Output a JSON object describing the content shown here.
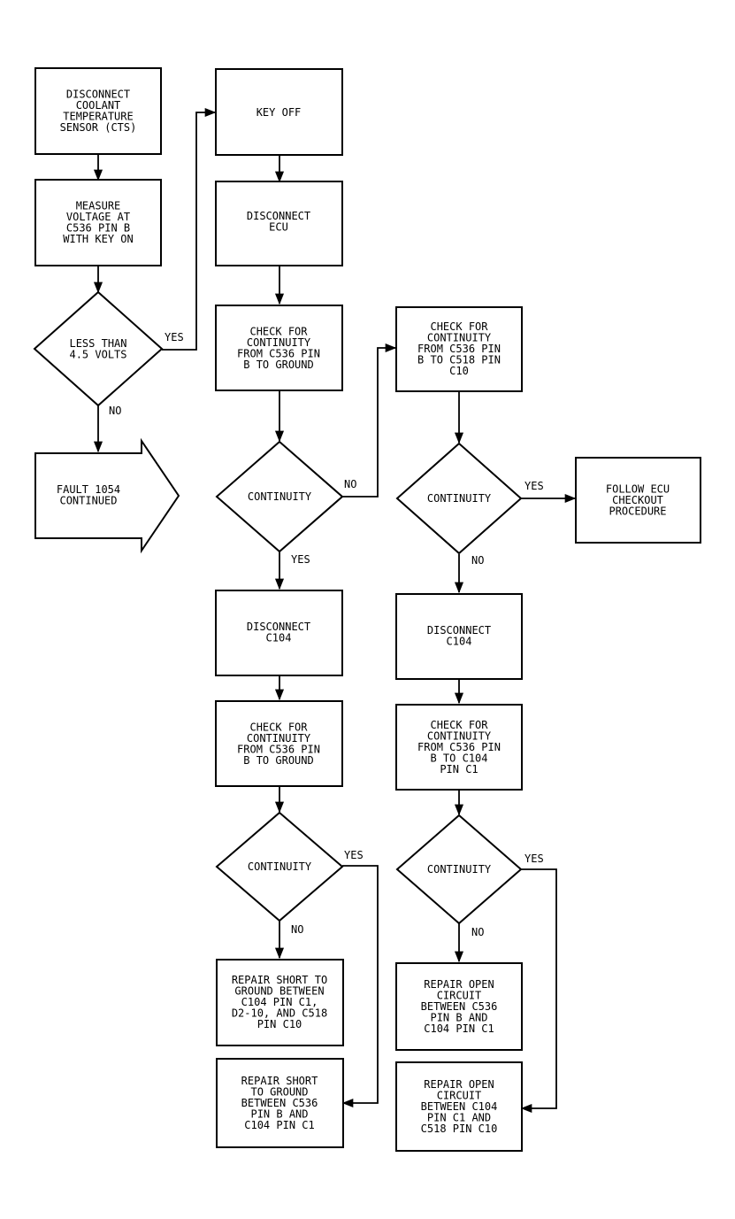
{
  "nodes": {
    "disconnect_cts": "DISCONNECT\nCOOLANT\nTEMPERATURE\nSENSOR (CTS)",
    "measure_voltage": "MEASURE\nVOLTAGE AT\nC536 PIN B\nWITH KEY ON",
    "less_than_4_5": "LESS THAN\n4.5 VOLTS",
    "fault_1054": "FAULT 1054\nCONTINUED",
    "key_off": "KEY OFF",
    "disconnect_ecu": "DISCONNECT\nECU",
    "check_c536_ground_1": "CHECK FOR\nCONTINUITY\nFROM C536 PIN\nB TO GROUND",
    "continuity_1": "CONTINUITY",
    "disconnect_c104_1": "DISCONNECT\nC104",
    "check_c536_ground_2": "CHECK FOR\nCONTINUITY\nFROM C536 PIN\nB TO GROUND",
    "continuity_2": "CONTINUITY",
    "repair_short_1": "REPAIR SHORT TO\nGROUND BETWEEN\nC104 PIN C1,\nD2-10, AND C518\nPIN C10",
    "repair_short_2": "REPAIR SHORT\nTO GROUND\nBETWEEN C536\nPIN B AND\nC104 PIN C1",
    "check_c536_c518": "CHECK FOR\nCONTINUITY\nFROM C536 PIN\nB TO C518 PIN\nC10",
    "continuity_3": "CONTINUITY",
    "follow_ecu": "FOLLOW ECU\nCHECKOUT\nPROCEDURE",
    "disconnect_c104_2": "DISCONNECT\nC104",
    "check_c536_c104": "CHECK FOR\nCONTINUITY\nFROM C536 PIN\nB TO C104\nPIN C1",
    "continuity_4": "CONTINUITY",
    "repair_open_1": "REPAIR OPEN\nCIRCUIT\nBETWEEN C536\nPIN B AND\nC104 PIN C1",
    "repair_open_2": "REPAIR OPEN\nCIRCUIT\nBETWEEN C104\nPIN C1 AND\nC518 PIN C10"
  },
  "edge_labels": {
    "yes_voltage": "YES",
    "no_voltage": "NO",
    "no_cont1": "NO",
    "yes_cont1": "YES",
    "yes_cont2": "YES",
    "no_cont2": "NO",
    "yes_cont3": "YES",
    "no_cont3": "NO",
    "yes_cont4": "YES",
    "no_cont4": "NO"
  }
}
